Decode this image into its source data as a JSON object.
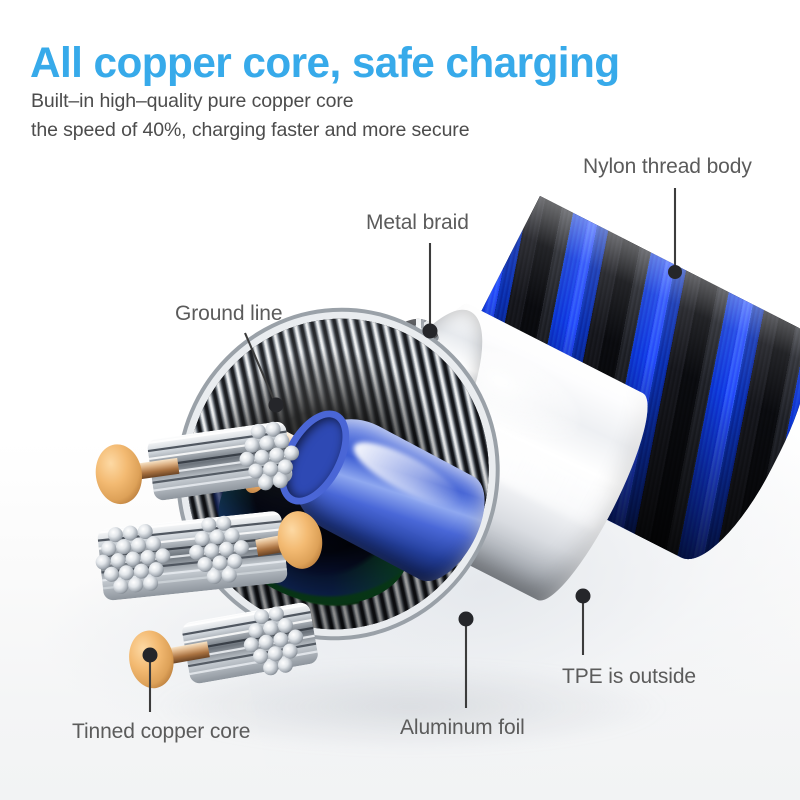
{
  "headline": {
    "text": "All copper core, safe charging",
    "color": "#37aaea"
  },
  "subheadline": {
    "line1": "Built–in high–quality pure copper core",
    "line2": "the speed of 40%, charging faster and more secure",
    "color": "#4c4c4c"
  },
  "callouts": [
    {
      "id": "nylon-thread-body",
      "label": "Nylon thread body"
    },
    {
      "id": "metal-braid",
      "label": "Metal braid"
    },
    {
      "id": "ground-line",
      "label": "Ground line"
    },
    {
      "id": "tpe-is-outside",
      "label": "TPE is outside"
    },
    {
      "id": "aluminum-foil",
      "label": "Aluminum foil"
    },
    {
      "id": "tinned-copper-core",
      "label": "Tinned copper core"
    }
  ],
  "callout_color": "#5b5b5b",
  "product": {
    "type": "usb-charging-cable-cutaway",
    "layer_colors": {
      "nylon_blue": "#1340ec",
      "nylon_black": "#14151a",
      "tpe_white": "#ffffff",
      "metal_braid_silver": "#c9ced4",
      "aluminum_foil_green": "#16873a",
      "insulation_blue": "#3f5fd4",
      "copper_tip": "#f3ba72",
      "tinned_strand_silver": "#e3e7eb"
    }
  },
  "background": {
    "top": "#ffffff",
    "bottom": "#f2f3f4"
  }
}
